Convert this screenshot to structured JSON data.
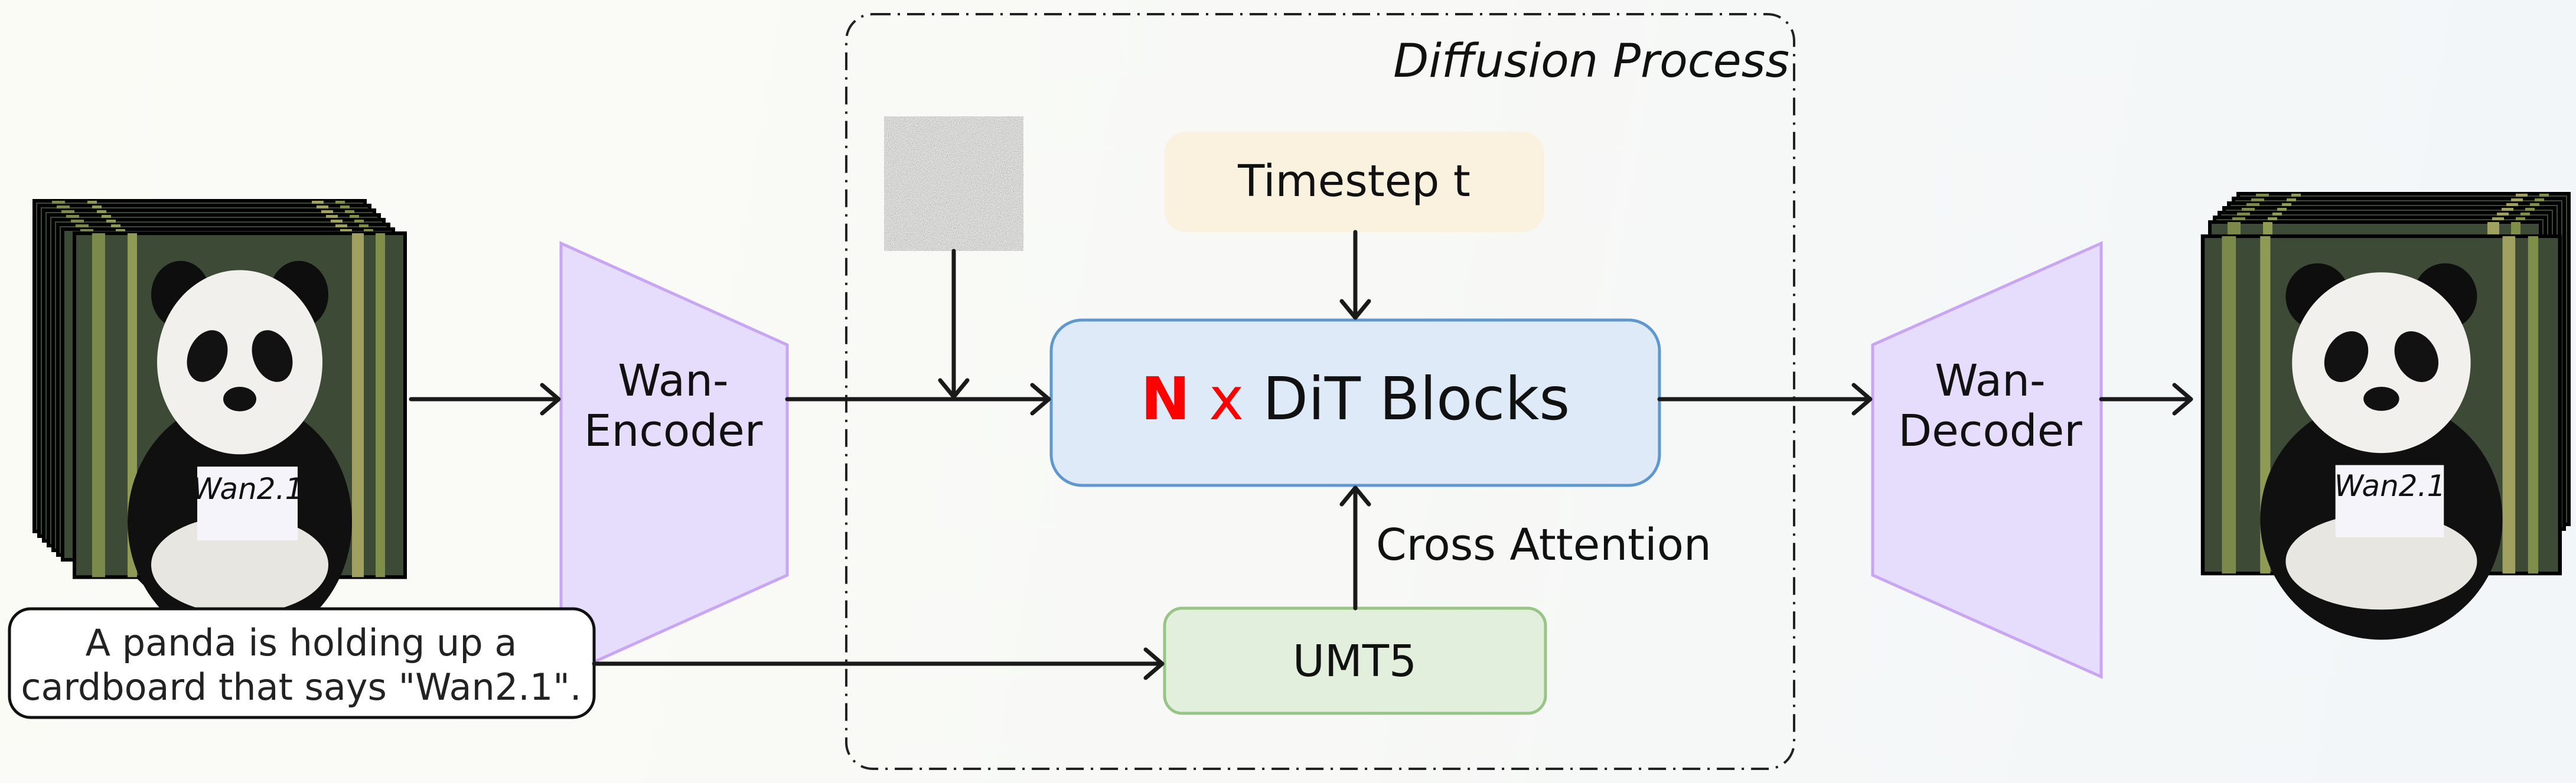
{
  "diagram": {
    "group_label": "Diffusion Process",
    "encoder": {
      "line1": "Wan-",
      "line2": "Encoder"
    },
    "decoder": {
      "line1": "Wan-",
      "line2": "Decoder"
    },
    "timestep": "Timestep t",
    "dit": {
      "n": "N",
      "x": "x",
      "label": "DiT Blocks"
    },
    "cross_attention": "Cross Attention",
    "umt5": "UMT5",
    "prompt": {
      "line1": "A panda is holding up a",
      "line2": "cardboard that says \"Wan2.1\"."
    },
    "sign_text": "Wan2.1",
    "colors": {
      "encoder_fill": "#e6dcfb",
      "encoder_stroke": "#c9a6f4",
      "timestep_fill": "#faf1df",
      "dit_fill": "#dfeaf9",
      "dit_stroke": "#5f98cf",
      "umt5_fill": "#e3efdd",
      "umt5_stroke": "#98c485",
      "accent_red": "#ff0000"
    }
  }
}
